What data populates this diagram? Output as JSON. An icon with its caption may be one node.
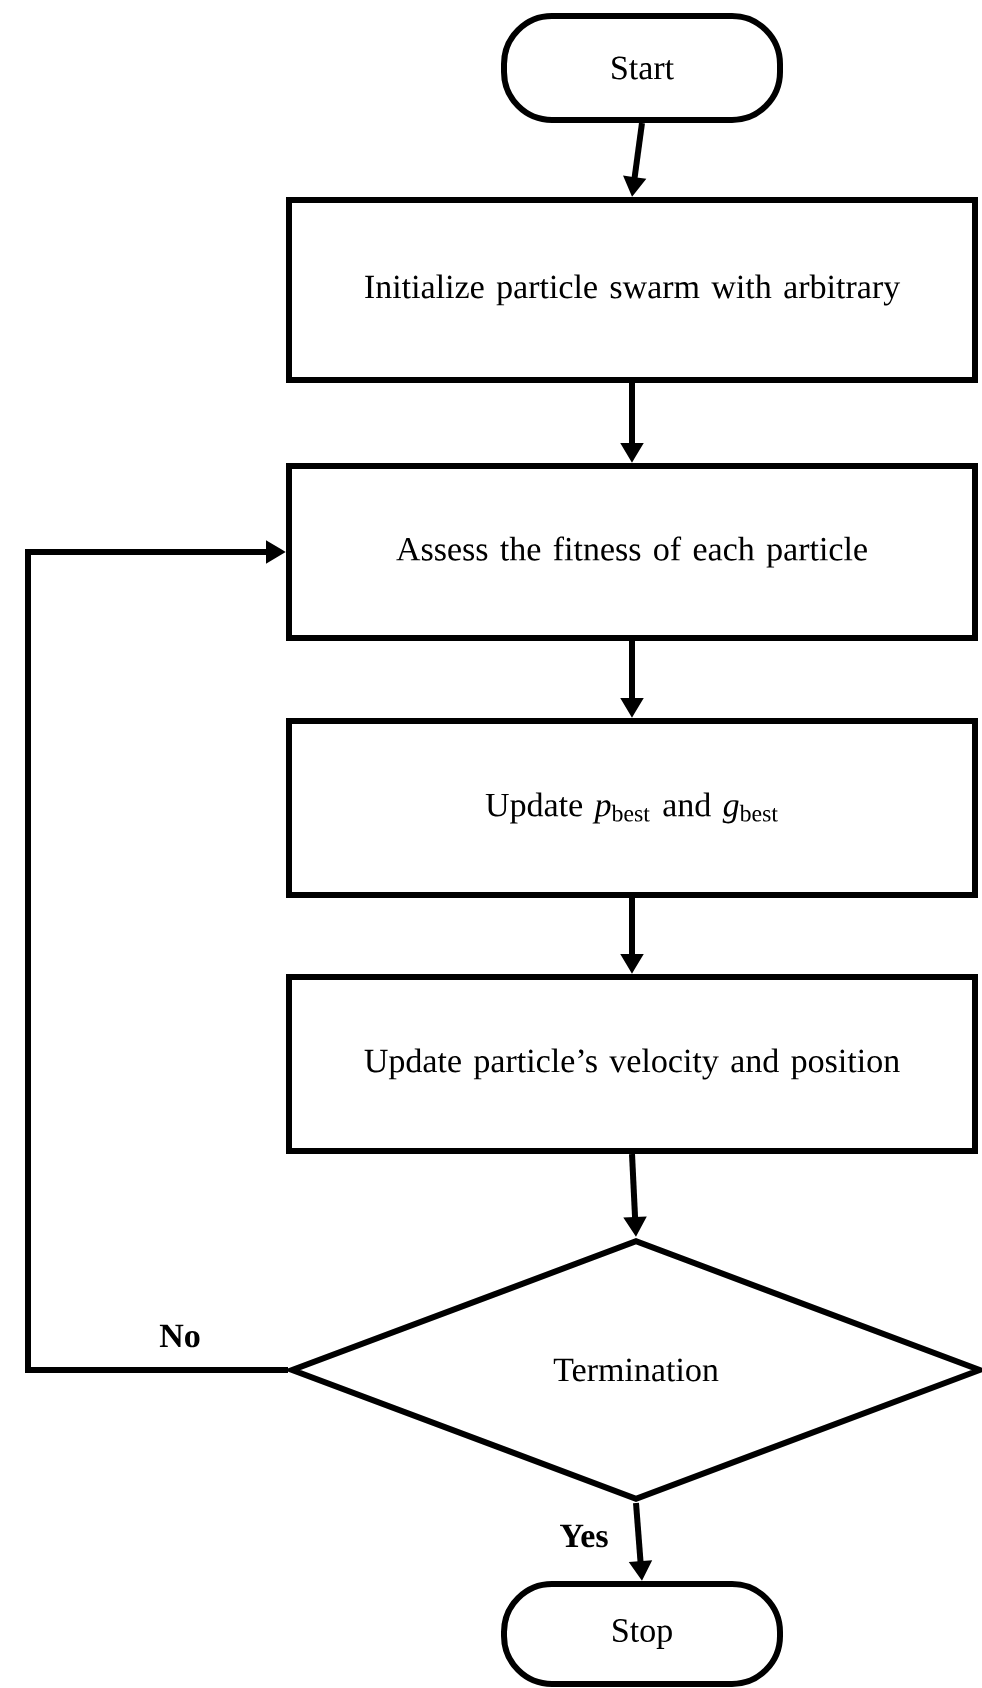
{
  "diagram": {
    "nodes": [
      {
        "text": [
          "Start"
        ]
      },
      {
        "text": [
          "Initialize particle swarm with arbitrary"
        ]
      },
      {
        "text": [
          "Assess the fitness of each particle"
        ]
      },
      {
        "text": [
          "Update *p*$_{best}$ and *g*$_{best}$"
        ]
      },
      {
        "text": [
          "Update particle’s velocity and position"
        ]
      },
      {
        "text": [
          "Termination"
        ]
      },
      {
        "text": [
          "Stop"
        ]
      }
    ],
    "edges": [
      {
        "from": 0,
        "to": 1,
        "arrow": "to"
      },
      {
        "from": 1,
        "to": 2,
        "arrow": "to"
      },
      {
        "from": 2,
        "to": 3,
        "arrow": "to"
      },
      {
        "from": 3,
        "to": 4,
        "arrow": "to"
      },
      {
        "from": 4,
        "to": 5,
        "arrow": "to"
      },
      {
        "from": 5,
        "to": 6,
        "arrow": "to",
        "label": "Yes"
      },
      {
        "from": 5,
        "to": 2,
        "arrow": "to",
        "label": "No"
      }
    ]
  }
}
